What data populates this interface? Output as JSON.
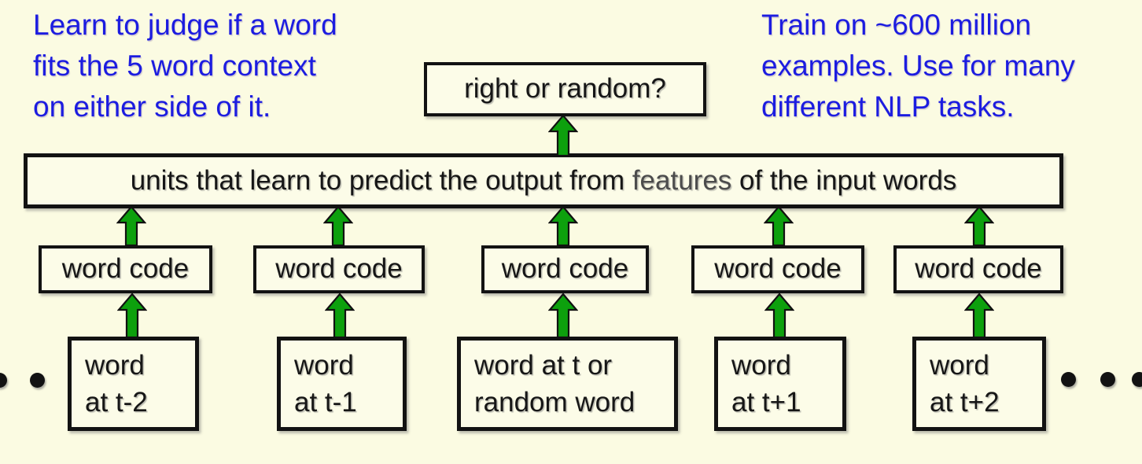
{
  "colors": {
    "background": "#fbfbe2",
    "annotation_blue": "#1c1ce0",
    "arrow_green": "#0da00d",
    "box_border_black": "#121212",
    "text_black": "#161616",
    "emphasis_gray": "#4c4c4c"
  },
  "notes": {
    "left_lines": [
      "Learn to judge if a word",
      "fits the 5 word context",
      "on either side of it."
    ],
    "right_lines": [
      "Train on ~600 million",
      "examples. Use for many",
      "different NLP tasks."
    ]
  },
  "output_box": {
    "label": "right or random?"
  },
  "hidden_box": {
    "before": "units that learn to predict the output from ",
    "emphasis": "features",
    "after": " of the input words"
  },
  "word_code_label": "word code",
  "input_boxes": [
    {
      "line1": "word",
      "line2": "at t-2"
    },
    {
      "line1": "word",
      "line2": "at t-1"
    },
    {
      "line1": "word at t or",
      "line2": "random word"
    },
    {
      "line1": "word",
      "line2": "at t+1"
    },
    {
      "line1": "word",
      "line2": "at t+2"
    }
  ],
  "ellipsis": {
    "left_dot_count": 2,
    "right_dot_count": 3
  }
}
